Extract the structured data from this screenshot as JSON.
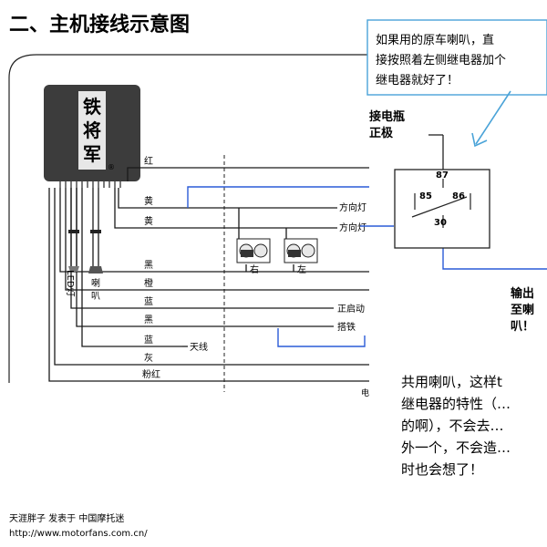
{
  "title": "二、主机接线示意图",
  "device_label": "铁将军",
  "registered_mark": "®",
  "wire_labels": {
    "red": "红",
    "yellow1": "黄",
    "yellow2": "黄",
    "black1": "黑",
    "orange": "橙",
    "blue1": "蓝",
    "black2": "黑",
    "blue2": "蓝",
    "grey": "灰",
    "pink_red": "粉红"
  },
  "wire_targets": {
    "turn_signal_1": "方向灯",
    "turn_signal_2": "方向灯",
    "start": "正启动",
    "ground": "搭铁",
    "antenna": "天线",
    "cut_char": "电"
  },
  "lamps": {
    "right": "右",
    "left": "左"
  },
  "side_labels": {
    "horn": "喇叭",
    "led": "LED灯"
  },
  "callout_text": [
    "如果用的原车喇叭，直",
    "接按照着左侧继电器加个",
    "继电器就好了！"
  ],
  "battery_label": [
    "接电瓶",
    "正极"
  ],
  "relay_pins": {
    "p87": "87",
    "p85": "85",
    "p86": "86",
    "p30": "30"
  },
  "output_label": [
    "输出",
    "至喇",
    "叭！"
  ],
  "note_text": [
    "共用喇叭，这样t",
    "继电器的特性（…",
    "的啊），不会去…",
    "外一个，不会造…",
    "时也会想了！"
  ],
  "footer": [
    "天涯胖子 发表于 中国摩托迷",
    "http://www.motorfans.com.cn/"
  ],
  "colors": {
    "wire": "#1a1a1a",
    "blue_wire": "#2a5bd7",
    "callout": "#4aa3d8",
    "device": "#3c3c3c"
  }
}
